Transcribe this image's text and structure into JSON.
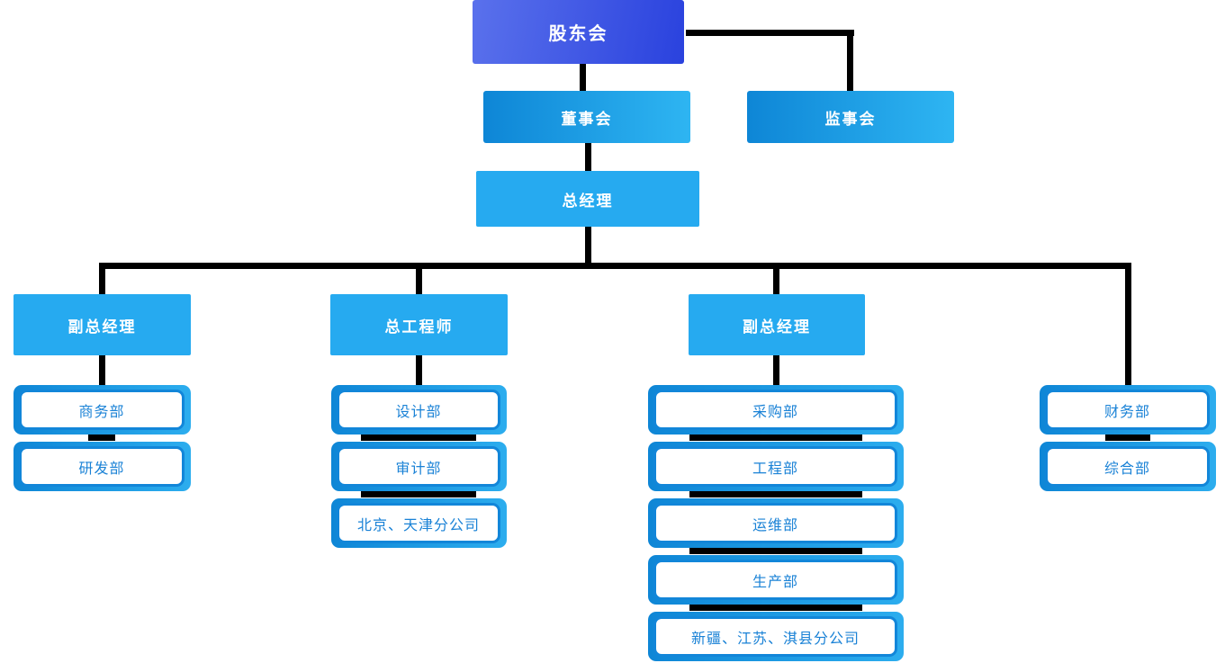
{
  "org": {
    "root": {
      "label": "股东会"
    },
    "board": {
      "label": "董事会"
    },
    "supervisory": {
      "label": "监事会"
    },
    "gm": {
      "label": "总经理"
    },
    "branches": [
      {
        "label": "副总经理",
        "departments": [
          "商务部",
          "研发部"
        ]
      },
      {
        "label": "总工程师",
        "departments": [
          "设计部",
          "审计部",
          "北京、天津分公司"
        ]
      },
      {
        "label": "副总经理",
        "departments": [
          "采购部",
          "工程部",
          "运维部",
          "生产部",
          "新疆、江苏、淇县分公司"
        ]
      },
      {
        "label": "",
        "departments": [
          "财务部",
          "综合部"
        ]
      }
    ]
  },
  "colors": {
    "root-grad-a": "#5a71ec",
    "root-grad-b": "#2a42de",
    "root-bump": "#3049e3",
    "pill-grad-a": "#0e86d6",
    "pill-grad-b": "#2eb5f2",
    "pill-bump": "#29a6ea",
    "flat-blue": "#26aaf0",
    "plate-grad-a": "#0e86d6",
    "plate-grad-b": "#2cadee",
    "box-border": "#1286d9",
    "dept-text": "#1a82d6",
    "line-color": "#000000"
  }
}
